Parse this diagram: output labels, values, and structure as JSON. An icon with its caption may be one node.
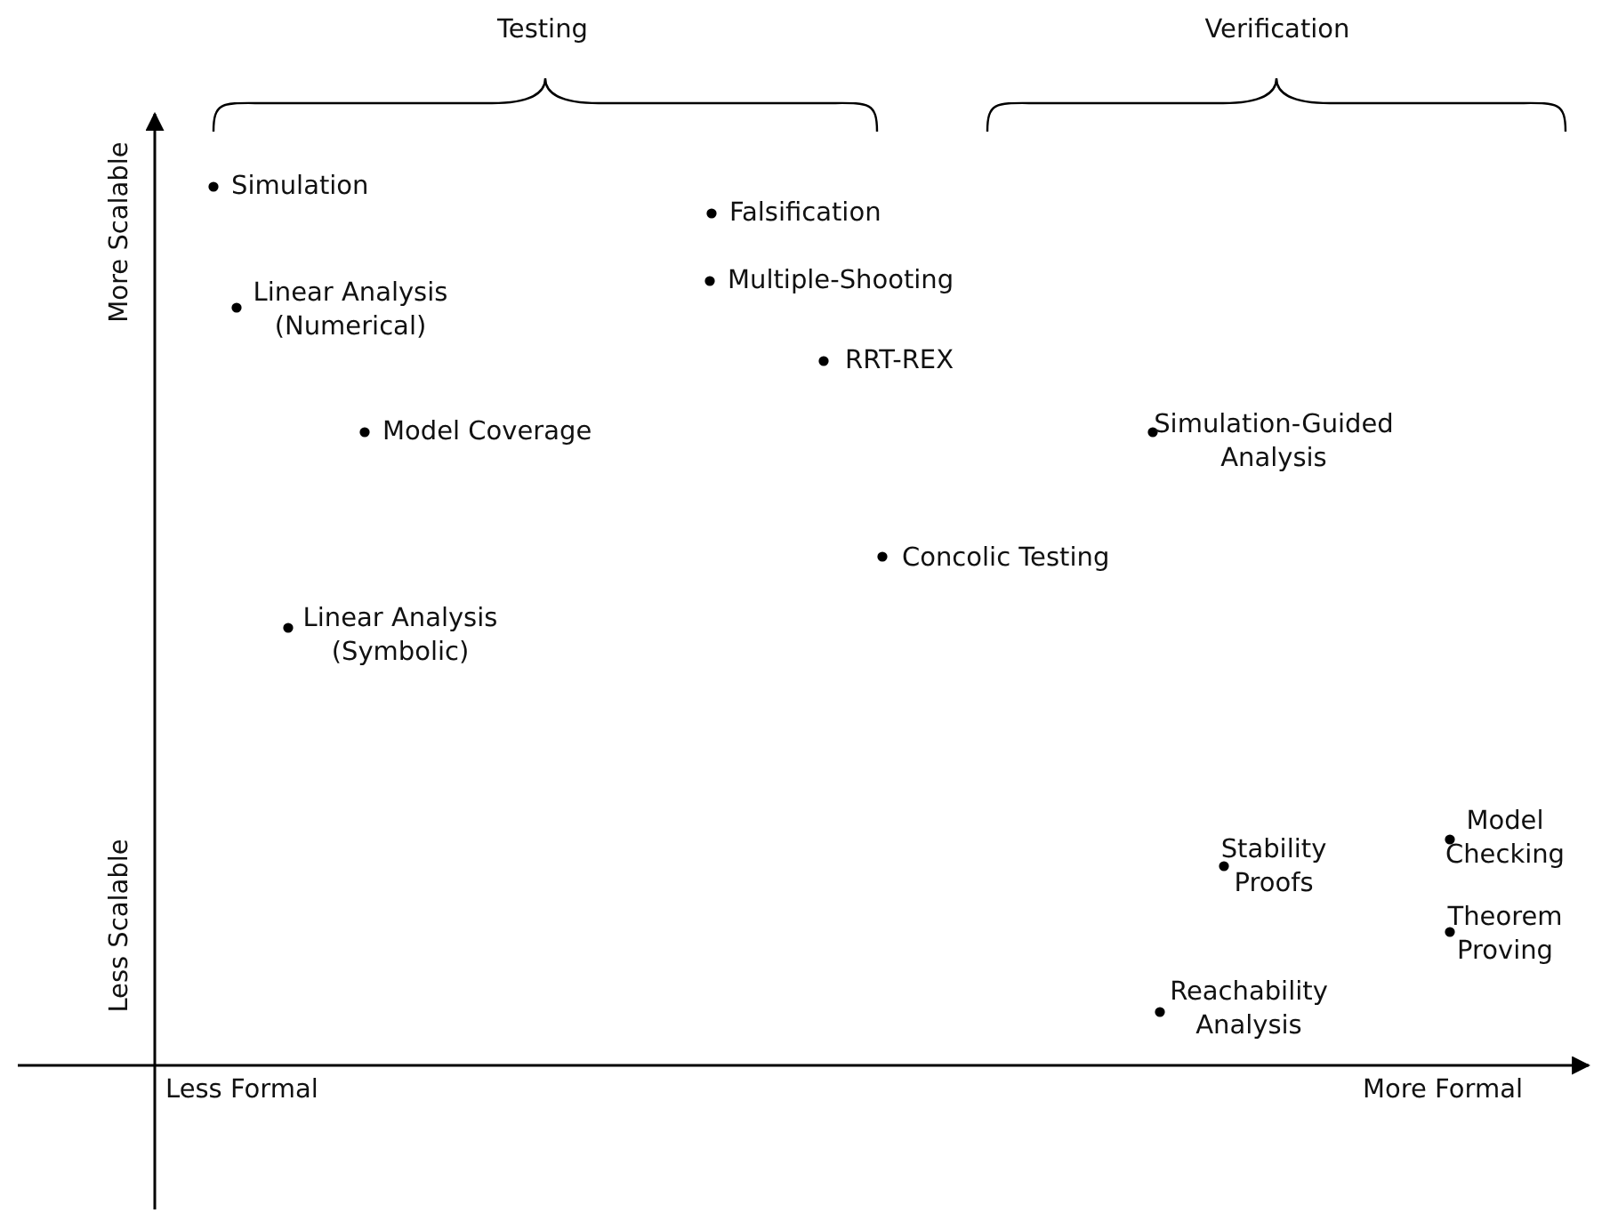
{
  "diagram": {
    "labels": [
      "Testing",
      "Verification",
      "More Scalable",
      "Simulation",
      "Falsification",
      "Linear Analysis (Numerical)",
      "Multiple-Shooting",
      "RRT-REX",
      "Model Coverage",
      "Simulation-Guided Analysis",
      "Concolic Testing",
      "Linear Analysis (Symbolic)",
      "Less Scalable",
      "Model Checking",
      "Stability Proofs",
      "Theorem Proving",
      "Reachability Analysis",
      "Less Formal",
      "More Formal"
    ]
  }
}
